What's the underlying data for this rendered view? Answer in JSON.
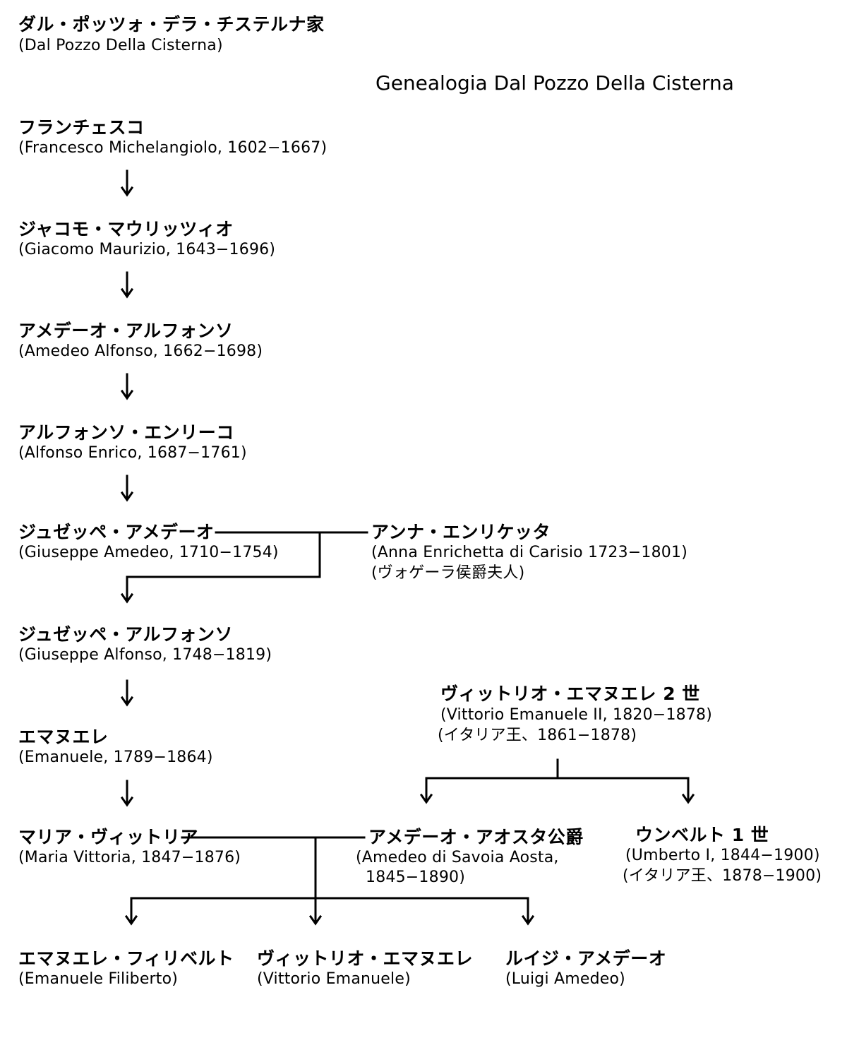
{
  "family": {
    "jp": "ダル・ポッツォ・デラ・チステルナ家",
    "en": "(Dal Pozzo Della Cisterna)"
  },
  "diagram_title": "Genealogia Dal Pozzo Della Cisterna",
  "persons": {
    "francesco": {
      "jp": "フランチェスコ",
      "en": "(Francesco Michelangiolo, 1602−1667)"
    },
    "giacomo": {
      "jp": "ジャコモ・マウリッツィオ",
      "en": "(Giacomo Maurizio, 1643−1696)"
    },
    "amedeo_alfonso": {
      "jp": "アメデーオ・アルフォンソ",
      "en": "(Amedeo Alfonso, 1662−1698)"
    },
    "alfonso_enrico": {
      "jp": "アルフォンソ・エンリーコ",
      "en": "(Alfonso Enrico, 1687−1761)"
    },
    "giuseppe_amedeo": {
      "jp": "ジュゼッペ・アメデーオ",
      "en": "(Giuseppe Amedeo, 1710−1754)"
    },
    "anna": {
      "jp": "アンナ・エンリケッタ",
      "en": "(Anna Enrichetta di Carisio 1723−1801)",
      "note": "(ヴォゲーラ侯爵夫人)"
    },
    "giuseppe_alfonso": {
      "jp": "ジュゼッペ・アルフォンソ",
      "en": "(Giuseppe Alfonso, 1748−1819)"
    },
    "vittorio_emanuele_ii": {
      "jp": "ヴィットリオ・エマヌエレ 2 世",
      "en": "(Vittorio Emanuele II, 1820−1878)",
      "note": "(イタリア王、1861−1878)"
    },
    "emanuele": {
      "jp": "エマヌエレ",
      "en": "(Emanuele, 1789−1864)"
    },
    "maria_vittoria": {
      "jp": "マリア・ヴィットリア",
      "en": "(Maria Vittoria, 1847−1876)"
    },
    "amedeo_aosta": {
      "jp": "アメデーオ・アオスタ公爵",
      "en": "(Amedeo di Savoia Aosta,",
      "en2": "1845−1890)"
    },
    "umberto": {
      "jp": "ウンベルト 1 世",
      "en": "(Umberto I, 1844−1900)",
      "note": "(イタリア王、1878−1900)"
    },
    "emanuele_filiberto": {
      "jp": "エマヌエレ・フィリベルト",
      "en": "(Emanuele Filiberto)"
    },
    "vittorio_emanuele": {
      "jp": "ヴィットリオ・エマヌエレ",
      "en": "(Vittorio Emanuele)"
    },
    "luigi_amedeo": {
      "jp": "ルイジ・アメデーオ",
      "en": "(Luigi Amedeo)"
    }
  }
}
